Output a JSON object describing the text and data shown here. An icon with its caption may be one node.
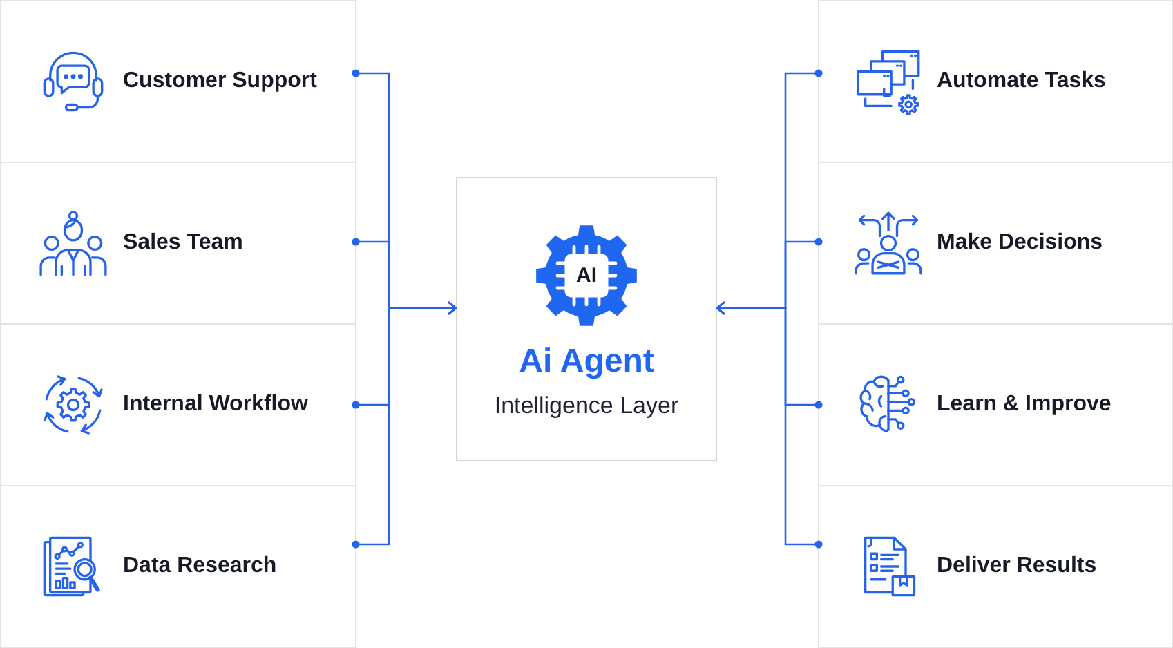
{
  "diagram": {
    "nodes": [
      {
        "text": [
          "Customer Support"
        ]
      },
      {
        "text": [
          "Sales Team"
        ]
      },
      {
        "text": [
          "Internal Workflow"
        ]
      },
      {
        "text": [
          "Data Research"
        ]
      },
      {
        "text": [
          "AI",
          "Ai Agent",
          "Intelligence Layer"
        ]
      },
      {
        "text": [
          "Automate Tasks"
        ]
      },
      {
        "text": [
          "Make Decisions"
        ]
      },
      {
        "text": [
          "Learn & Improve"
        ]
      },
      {
        "text": [
          "Deliver Results"
        ]
      }
    ],
    "edges": [
      {
        "from": 0,
        "to": 4,
        "arrow": "to"
      },
      {
        "from": 1,
        "to": 4,
        "arrow": "to"
      },
      {
        "from": 2,
        "to": 4,
        "arrow": "to"
      },
      {
        "from": 3,
        "to": 4,
        "arrow": "to"
      },
      {
        "from": 5,
        "to": 4,
        "arrow": "to"
      },
      {
        "from": 6,
        "to": 4,
        "arrow": "to"
      },
      {
        "from": 7,
        "to": 4,
        "arrow": "to"
      },
      {
        "from": 8,
        "to": 4,
        "arrow": "to"
      }
    ]
  }
}
